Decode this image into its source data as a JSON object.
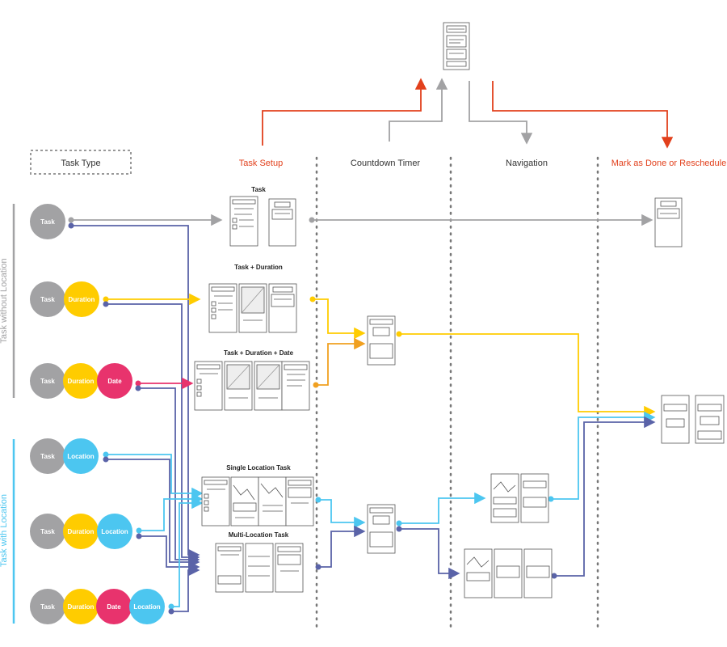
{
  "colors": {
    "gray": "#a2a2a4",
    "yellow": "#ffcc00",
    "pink": "#e8336d",
    "blue": "#4cc6f0",
    "navy": "#5a63a8",
    "orange": "#f0a020",
    "red": "#e2401c",
    "side_gray": "#a2a2a4",
    "side_blue": "#4cc6f0"
  },
  "legend": {
    "task_type": "Task Type"
  },
  "side_labels": {
    "without_location": "Task without Location",
    "with_location": "Task with Location"
  },
  "columns": {
    "task_setup": "Task Setup",
    "countdown_timer": "Countdown Timer",
    "navigation": "Navigation",
    "mark_done": "Mark as Done or Reschedule"
  },
  "circles": {
    "task": "Task",
    "duration": "Duration",
    "date": "Date",
    "location": "Location"
  },
  "screen_groups": {
    "task": "Task",
    "task_duration": "Task + Duration",
    "task_duration_date": "Task + Duration + Date",
    "single_location": "Single Location Task",
    "multi_location": "Multi-Location Task"
  }
}
